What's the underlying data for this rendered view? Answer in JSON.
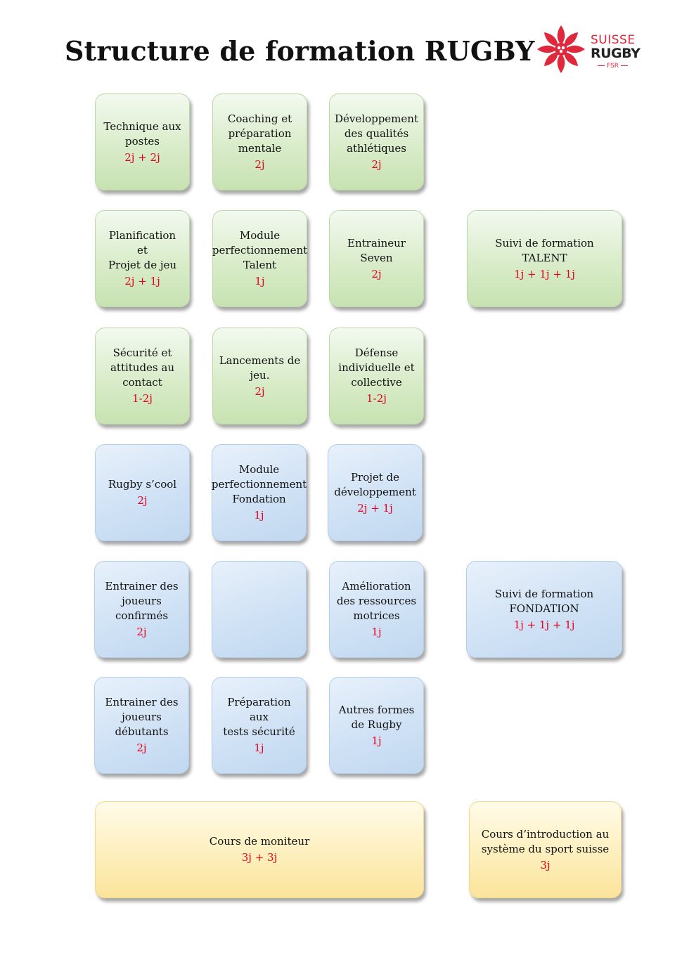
{
  "title": "Structure de formation RUGBY",
  "logo": {
    "line1": "SUISSE",
    "line2": "RUGBY",
    "line3": "FSR",
    "color": "#e0283c"
  },
  "colors": {
    "green": "#d9ecca",
    "blue": "#d0e2f5",
    "yellow": "#fdeeb9",
    "duration": "#e8001c"
  },
  "boxes": [
    {
      "label": "Technique aux\npostes",
      "duration": "2j + 2j"
    },
    {
      "label": "Coaching et\npréparation\nmentale",
      "duration": "2j"
    },
    {
      "label": "Développement\ndes qualités\nathlétiques",
      "duration": "2j"
    },
    {
      "label": "Planification\net\nProjet de jeu",
      "duration": "2j + 1j"
    },
    {
      "label": "Module\nperfectionnement\nTalent",
      "duration": "1j"
    },
    {
      "label": "Entraineur\nSeven",
      "duration": "2j"
    },
    {
      "label": "Suivi de formation\nTALENT",
      "duration": "1j + 1j + 1j"
    },
    {
      "label": "Sécurité et\nattitudes au\ncontact",
      "duration": "1-2j"
    },
    {
      "label": "Lancements de\njeu.",
      "duration": "2j"
    },
    {
      "label": "Défense\nindividuelle et\ncollective",
      "duration": "1-2j"
    },
    {
      "label": "Rugby s’cool",
      "duration": "2j"
    },
    {
      "label": "Module\nperfectionnement\nFondation",
      "duration": "1j"
    },
    {
      "label": "Projet de\ndéveloppement",
      "duration": "2j + 1j"
    },
    {
      "label": "Entrainer des\njoueurs\nconfirmés",
      "duration": "2j"
    },
    {
      "label": "",
      "duration": ""
    },
    {
      "label": "Amélioration\ndes ressources\nmotrices",
      "duration": "1j"
    },
    {
      "label": "Suivi de formation\nFONDATION",
      "duration": "1j + 1j + 1j"
    },
    {
      "label": "Entrainer des\njoueurs\ndébutants",
      "duration": "2j"
    },
    {
      "label": "Préparation aux\ntests sécurité",
      "duration": "1j"
    },
    {
      "label": "Autres formes\nde Rugby",
      "duration": "1j"
    },
    {
      "label": "Cours de moniteur",
      "duration": "3j + 3j"
    },
    {
      "label": "Cours d’introduction au\nsystème du sport suisse",
      "duration": "3j"
    }
  ]
}
